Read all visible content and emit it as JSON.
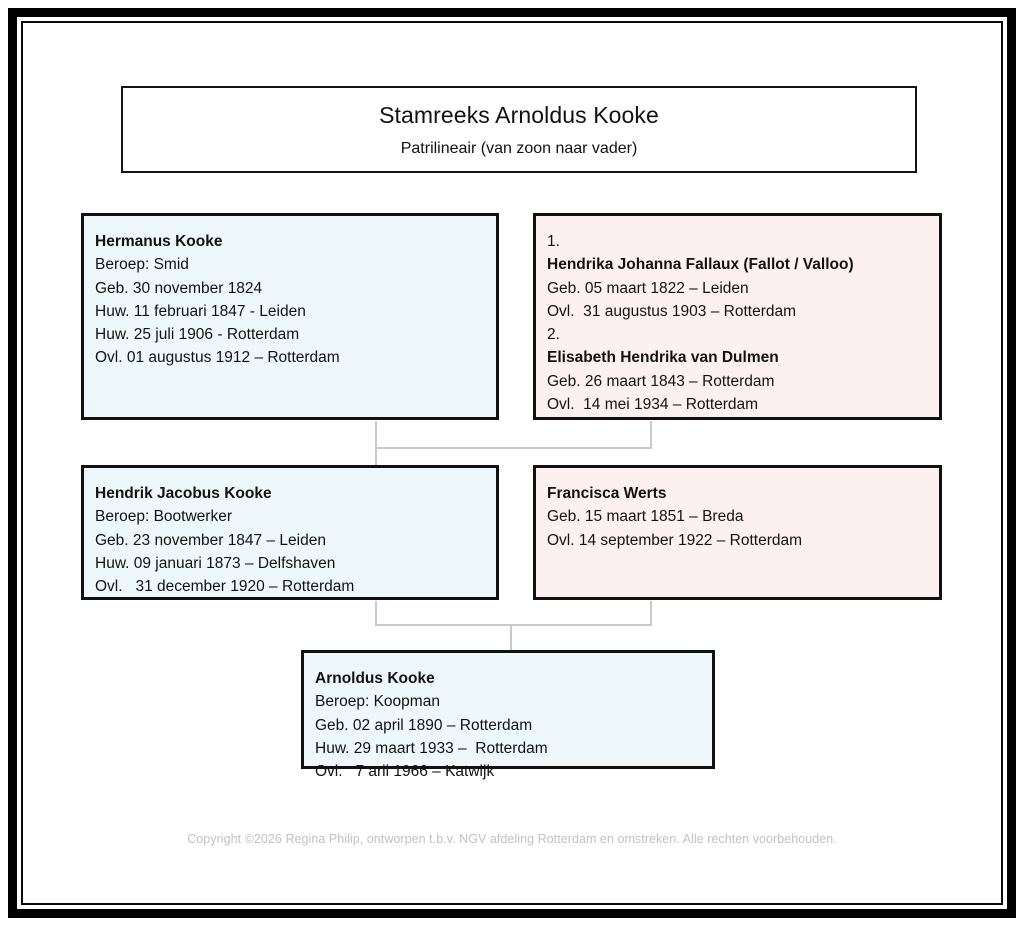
{
  "title": {
    "heading": "Stamreeks Arnoldus Kooke",
    "subheading": "Patrilineair (van zoon naar vader)"
  },
  "generations": [
    {
      "father": {
        "name": "Hermanus Kooke",
        "lines": [
          "Beroep: Smid",
          "Geb. 30 november 1824",
          "Huw. 11 februari 1847 - Leiden",
          "Huw. 25 juli 1906 - Rotterdam",
          "Ovl. 01 augustus 1912 – Rotterdam"
        ]
      },
      "mother": {
        "spouse1_number": "1.",
        "spouse1_name": "Hendrika Johanna Fallaux (Fallot / Valloo)",
        "spouse1_lines": [
          "Geb. 05 maart 1822 – Leiden",
          "Ovl.  31 augustus 1903 – Rotterdam"
        ],
        "spouse2_number": "2.",
        "spouse2_name": "Elisabeth Hendrika van Dulmen",
        "spouse2_lines": [
          "Geb. 26 maart 1843 – Rotterdam",
          "Ovl.  14 mei 1934 – Rotterdam"
        ]
      }
    },
    {
      "father": {
        "name": "Hendrik Jacobus Kooke",
        "lines": [
          "Beroep: Bootwerker",
          "Geb. 23 november 1847 – Leiden",
          "Huw. 09 januari 1873 – Delfshaven",
          "Ovl.   31 december 1920 – Rotterdam"
        ]
      },
      "mother": {
        "name": "Francisca Werts",
        "lines": [
          "Geb. 15 maart 1851 – Breda",
          "Ovl. 14 september 1922 – Rotterdam"
        ]
      }
    },
    {
      "child": {
        "name": "Arnoldus Kooke",
        "lines": [
          "Beroep: Koopman",
          "Geb. 02 april 1890 – Rotterdam",
          "Huw. 29 maart 1933 –  Rotterdam",
          "Ovl.   7 aril 1966 – Katwijk"
        ]
      }
    }
  ],
  "footer": {
    "copyright": "Copyright ©2026 Regina Philip, ontworpen t.b.v. NGV afdeling Rotterdam en omstreken. Alle rechten voorbehouden."
  },
  "colors": {
    "male_box_fill": "#eef8fa",
    "female_box_fill": "#fdf0f1",
    "box_border": "#111111",
    "connector": "#c9c9c9",
    "footer_text": "#c2c2c2"
  }
}
